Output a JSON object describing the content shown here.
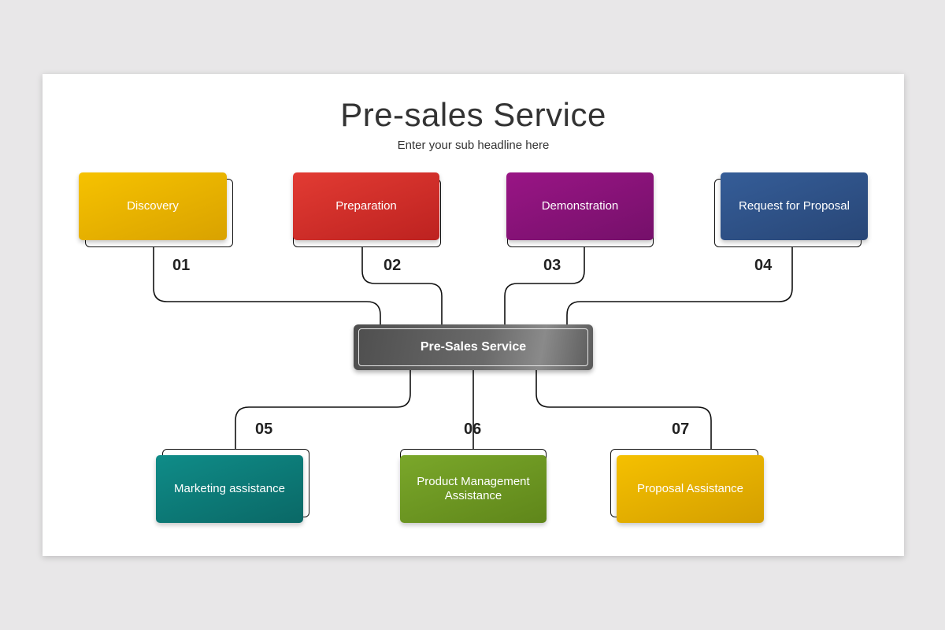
{
  "header": {
    "title": "Pre-sales Service",
    "subtitle": "Enter your sub headline here"
  },
  "center": {
    "label": "Pre-Sales Service"
  },
  "steps": [
    {
      "number": "01",
      "label": "Discovery",
      "color": "#e3ad00"
    },
    {
      "number": "02",
      "label": "Preparation",
      "color": "#d02c2a"
    },
    {
      "number": "03",
      "label": "Demonstration",
      "color": "#8a1478"
    },
    {
      "number": "04",
      "label": "Request for Proposal",
      "color": "#2f5087"
    },
    {
      "number": "05",
      "label": "Marketing assistance",
      "color": "#0b7a78"
    },
    {
      "number": "06",
      "label": "Product Management Assistance",
      "color": "#6f9a22"
    },
    {
      "number": "07",
      "label": "Proposal Assistance",
      "color": "#e6ab00"
    }
  ]
}
